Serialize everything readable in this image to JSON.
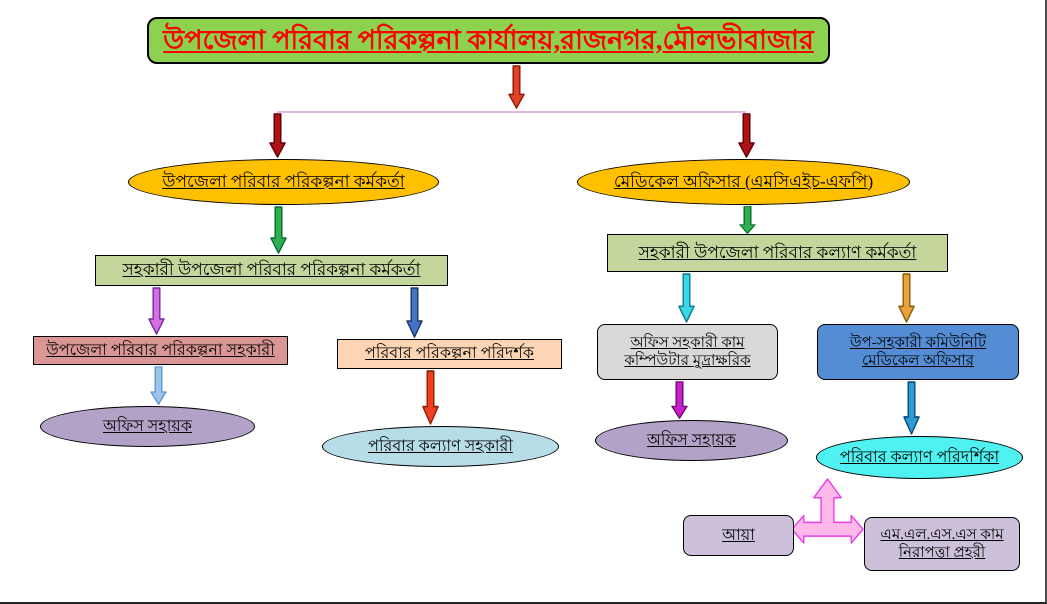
{
  "title": "উপজেলা পরিবার পরিকল্পনা কার্যালয়,রাজনগর,মৌলভীবাজার",
  "nodes": {
    "upazila_family_planning_officer": "উপজেলা পরিবার পরিকল্পনা কর্মকর্তা",
    "medical_officer_mch_fp": "মেডিকেল অফিসার (এমসিএইচ-এফপি)",
    "asst_upazila_family_planning_officer": "সহকারী উপজেলা পরিবার পরিকল্পনা কর্মকর্তা",
    "asst_upazila_family_welfare_officer": "সহকারী উপজেলা পরিবার কল্যাণ কর্মকর্তা",
    "upazila_family_planning_assistant": "উপজেলা পরিবার পরিকল্পনা সহকারী",
    "family_planning_inspector": "পরিবার পরিকল্পনা পরিদর্শক",
    "office_helper_left": "অফিস সহায়ক",
    "family_welfare_assistant": "পরিবার কল্যাণ সহকারী",
    "office_assistant_cum_computer_typist": "অফিস সহকারী কাম কম্পিউটার মুদ্রাক্ষরিক",
    "sub_asst_community_medical_officer": "উপ-সহকারী কমিউনিটি মেডিকেল অফিসার",
    "office_helper_right": "অফিস সহায়ক",
    "family_welfare_visitor": "পরিবার কল্যাণ পরিদর্শিকা",
    "aya": "আয়া",
    "mlss_cum_security_guard": "এম.এল.এস.এস কাম নিরাপত্তা প্রহরী"
  },
  "palette": {
    "title_fill": "#8CD24E",
    "title_text": "#FF0000",
    "officer_ellipse_fill": "#FFC000",
    "assistant_officer_fill": "#C3D69B",
    "family_planning_assistant_fill": "#D99694",
    "family_planning_inspector_fill": "#FCD5B4",
    "office_helper_fill": "#B2A2C7",
    "family_welfare_assistant_fill": "#B7DEE8",
    "office_assistant_fill": "#D9D9D9",
    "sacmo_fill": "#548DD4",
    "family_welfare_visitor_fill": "#4FF1F1",
    "bottom_box_fill": "#CCC0DA",
    "arrow_red": "#E3402A",
    "arrow_dark_red": "#B01018",
    "arrow_green": "#2EB050",
    "arrow_violet": "#D86EE0",
    "arrow_blue": "#4472C4",
    "arrow_pale_blue": "#9DC3E6",
    "arrow_orange_red": "#F04020",
    "arrow_cyan": "#39D7E8",
    "arrow_gold": "#E8A33D",
    "arrow_magenta": "#C81ECC",
    "arrow_medium_blue": "#2E9BD6",
    "tri_arrow_fill": "#FFB9E9",
    "tri_arrow_stroke": "#E93CE9"
  }
}
